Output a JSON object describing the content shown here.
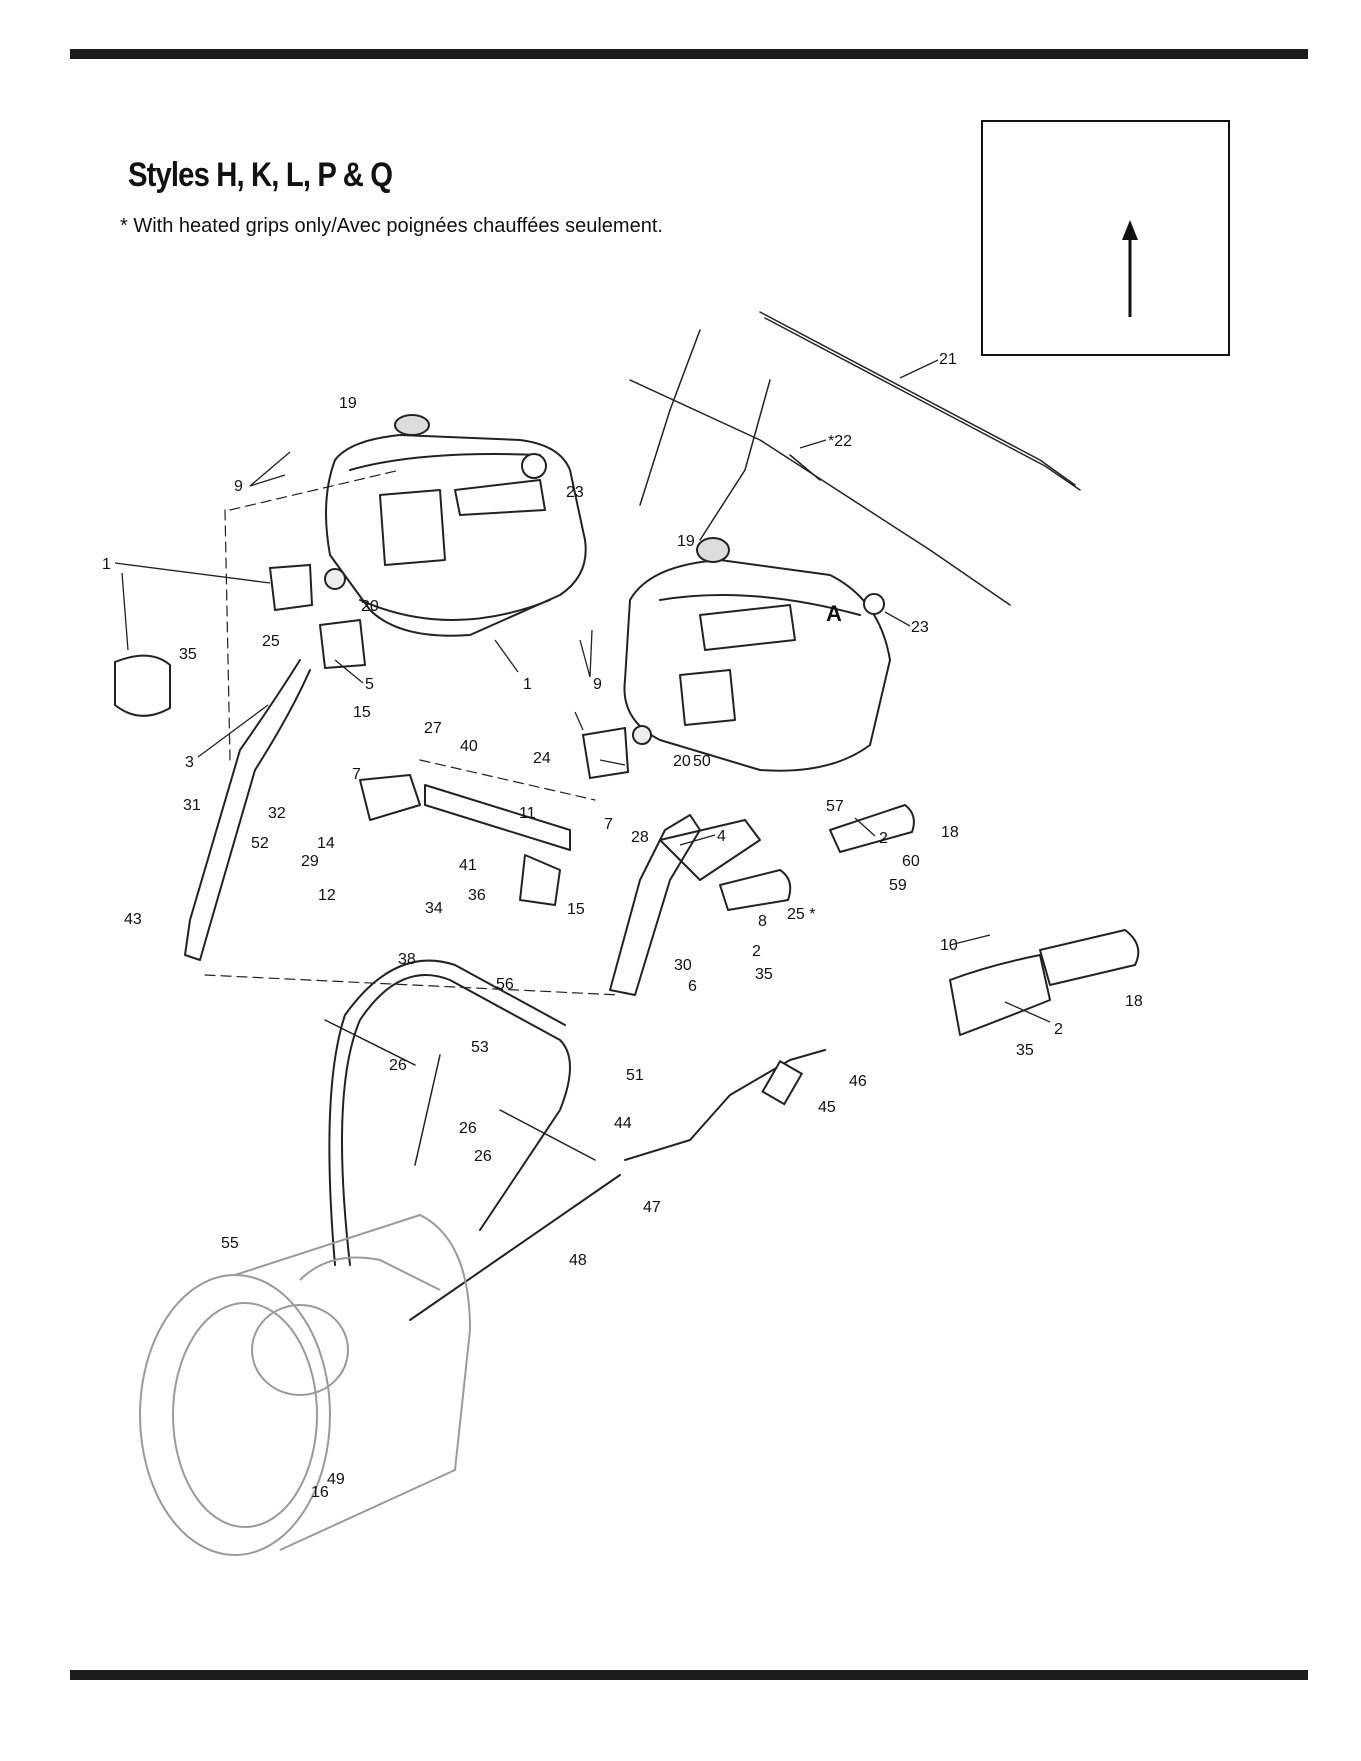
{
  "heading": {
    "title": "Styles H, K, L, P & Q",
    "note": "* With heated grips only/Avec poignées chauffées seulement."
  },
  "diagram": {
    "callout_letter": "A",
    "part_labels": [
      "1",
      "1",
      "2",
      "2",
      "2",
      "3",
      "4",
      "5",
      "6",
      "7",
      "7",
      "8",
      "9",
      "9",
      "10",
      "11",
      "12",
      "14",
      "15",
      "15",
      "16",
      "18",
      "18",
      "19",
      "19",
      "20",
      "20",
      "21",
      "*22",
      "23",
      "23",
      "24",
      "25",
      "25 *",
      "26",
      "26",
      "26",
      "27",
      "28",
      "29",
      "30",
      "31",
      "32",
      "34",
      "35",
      "35",
      "35",
      "36",
      "38",
      "40",
      "41",
      "43",
      "44",
      "45",
      "46",
      "47",
      "48",
      "49",
      "50",
      "51",
      "52",
      "53",
      "55",
      "56",
      "57",
      "59",
      "60"
    ]
  },
  "colors": {
    "rule": "#1c1c1c",
    "ink": "#111111",
    "ghost": "#9a9a9a"
  }
}
